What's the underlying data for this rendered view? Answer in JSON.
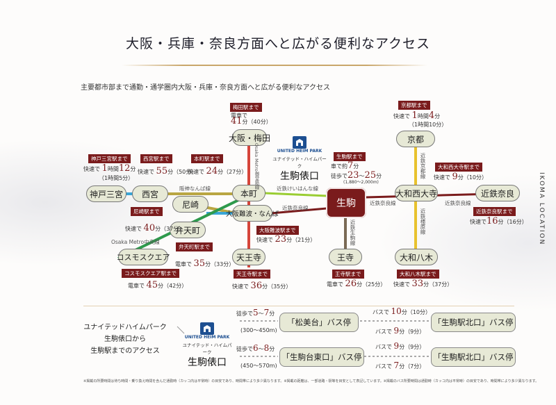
{
  "title": "大阪・兵庫・奈良方面へと広がる便利なアクセス",
  "subtitle": "主要都市部まで通勤・通学圏内大阪・兵庫・奈良方面へと広がる便利なアクセス",
  "side_label": "IKOMA LOCATION",
  "colors": {
    "accent": "#7a1b1c",
    "station_fill": "#e7e9d6",
    "gold": "#c9a66a",
    "red_line": "#d6453a",
    "green_line": "#2e9a4c",
    "blue_line": "#39a6d6",
    "yellow_line": "#e8c22e",
    "brown_line": "#7a6a55",
    "olive_line": "#b9a642"
  },
  "logo": {
    "en1": "UNITED",
    "en2": "HEIM",
    "en3": "PARK",
    "jp": "ユナイテッド・ハイムパーク",
    "name": "生駒俵口"
  },
  "stations": {
    "umeda": "大阪・梅田",
    "kobe": "神戸三宮",
    "nishinomiya": "西宮",
    "amagasaki": "尼崎",
    "honmachi": "本町",
    "namba": "大阪難波・なんば",
    "bentencho": "弁天町",
    "cosmo": "コスモスクエア",
    "tennoji": "天王寺",
    "ikoma": "生駒",
    "oji": "王寺",
    "kyoto": "京都",
    "saidaiji": "大和西大寺",
    "nara": "近鉄奈良",
    "yagi": "大和八木"
  },
  "lines": {
    "midosuji": "Osaka Metro御堂筋線",
    "hanshin_namba": "阪神なんば線",
    "keihanna": "近鉄けいはんな線",
    "kintetsu_nara1": "近鉄奈良線",
    "kintetsu_nara2": "近鉄奈良線",
    "kintetsu_nara3": "近鉄奈良線",
    "chuo": "Osaka Metro中央線",
    "ikoma_line": "近鉄生駒線",
    "kyoto_line": "近鉄京都線",
    "kashihara_line": "近鉄橿原線"
  },
  "access": {
    "umeda": {
      "label": "梅田駅まで",
      "mode": "電車で",
      "time": "41",
      "unit": "分",
      "alt": "（40分）"
    },
    "kobe": {
      "label": "神戸三宮駅まで",
      "mode": "快速で",
      "time": "1",
      "unit": "時間",
      "min": "12",
      "unit2": "分",
      "alt": "（1時間5分）"
    },
    "nishinomiya": {
      "label": "西宮駅まで",
      "mode": "快速で",
      "time": "55",
      "unit": "分",
      "alt": "（50分）"
    },
    "honmachi": {
      "label": "本町駅まで",
      "mode": "快速で",
      "time": "24",
      "unit": "分",
      "alt": "（27分）"
    },
    "ikoma": {
      "label": "生駒駅まで",
      "mode": "車で約",
      "time": "7",
      "unit": "分",
      "mode2": "徒歩で",
      "time2": "23",
      "sep": "～",
      "time3": "25",
      "unit2": "分",
      "dist": "(1,880～2,000m)"
    },
    "kyoto": {
      "label": "京都駅まで",
      "mode": "快速で",
      "time": "1",
      "unit": "時間",
      "min": "4",
      "unit2": "分",
      "alt": "（1時間10分）"
    },
    "saidaiji": {
      "label": "大和西大寺駅まで",
      "mode": "快速で",
      "time": "9",
      "unit": "分",
      "alt": "（10分）"
    },
    "nara": {
      "label": "近鉄奈良駅まで",
      "mode": "快速で",
      "time": "16",
      "unit": "分",
      "alt": "（16分）"
    },
    "amagasaki": {
      "label": "尼崎駅まで",
      "mode": "快速で",
      "time": "40",
      "unit": "分",
      "alt": "（37分）"
    },
    "namba": {
      "label": "大阪難波駅まで",
      "mode": "快速で",
      "time": "23",
      "unit": "分",
      "alt": "（21分）"
    },
    "bentencho": {
      "label": "弁天町駅まで",
      "mode": "電車で",
      "time": "35",
      "unit": "分",
      "alt": "（33分）"
    },
    "cosmo": {
      "label": "コスモスクエア駅まで",
      "mode": "電車で",
      "time": "45",
      "unit": "分",
      "alt": "（42分）"
    },
    "tennoji": {
      "label": "天王寺駅まで",
      "mode": "快速で",
      "time": "36",
      "unit": "分",
      "alt": "（35分）"
    },
    "oji": {
      "label": "王寺駅まで",
      "mode": "電車で",
      "time": "26",
      "unit": "分",
      "alt": "（25分）"
    },
    "yagi": {
      "label": "大和八木駅まで",
      "mode": "快速で",
      "time": "33",
      "unit": "分",
      "alt": "（37分）"
    }
  },
  "bus": {
    "heading1": "ユナイテッドハイムパーク",
    "heading2": "生駒俵口から",
    "heading3": "生駒駅までのアクセス",
    "stop1": "「松美台」バス停",
    "stop2": "「生駒台東口」バス停",
    "dest1": "「生駒駅北口」バス停",
    "dest2": "「生駒駅北口」バス停",
    "walk1": {
      "mode": "徒歩で",
      "a": "5",
      "sep": "～",
      "b": "7",
      "unit": "分",
      "dist": "(300～450m)"
    },
    "walk2": {
      "mode": "徒歩で",
      "a": "6",
      "sep": "～",
      "b": "8",
      "unit": "分",
      "dist": "(450～570m)"
    },
    "r1": {
      "mode": "バスで",
      "t": "10",
      "unit": "分",
      "alt": "（10分）"
    },
    "r2": {
      "mode": "バスで",
      "t": "9",
      "unit": "分",
      "alt": "（9分）"
    },
    "r3": {
      "mode": "バスで",
      "t": "9",
      "unit": "分",
      "alt": "（9分）"
    },
    "r4": {
      "mode": "バスで",
      "t": "7",
      "unit": "分",
      "alt": "（7分）"
    }
  },
  "footnote": "※掲載の所要時間は待ち時間・乗り換え時間を含んだ通勤時（カッコ内は平常時）の目安であり、時間帯により多少異なります。※掲載の距離は、一部道路・駅等を目安として表記しています。※掲載のバス所要時間は通勤時（カッコ内は平常時）の目安であり、時間帯により多少異なります。"
}
